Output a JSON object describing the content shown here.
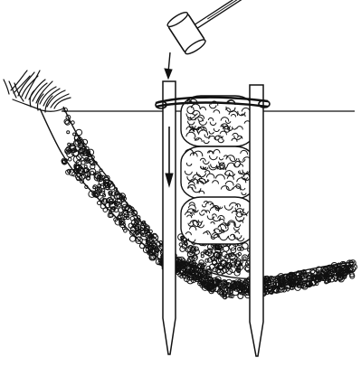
{
  "illustration": {
    "kind": "line-drawing",
    "ink_color": "#111111",
    "background_color": "#ffffff",
    "parts": [
      {
        "id": "mallet",
        "icon": "mallet-icon"
      },
      {
        "id": "downward-arrow-top",
        "icon": "arrow-down-icon"
      },
      {
        "id": "left-stake",
        "icon": "wooden-stake"
      },
      {
        "id": "right-stake",
        "icon": "wooden-stake"
      },
      {
        "id": "rope-tie",
        "icon": "rope"
      },
      {
        "id": "downward-arrow-on-stake",
        "icon": "arrow-down-icon"
      },
      {
        "id": "brush-bundles",
        "icon": "brush-fascine",
        "count": 3
      },
      {
        "id": "gravel-bank",
        "icon": "gravel"
      },
      {
        "id": "grass-tuft",
        "icon": "grass"
      },
      {
        "id": "water-surface",
        "icon": "waterline"
      }
    ]
  }
}
